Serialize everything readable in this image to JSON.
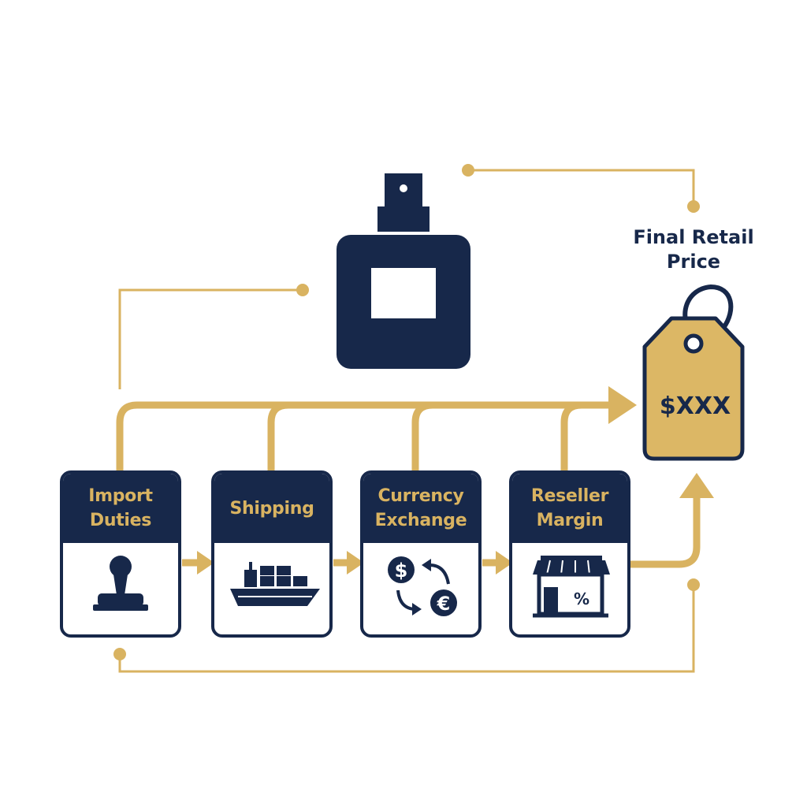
{
  "stages": [
    {
      "label": "Import\nDuties",
      "icon": "rubber-stamp-icon"
    },
    {
      "label": "Shipping",
      "icon": "cargo-ship-icon"
    },
    {
      "label": "Currency\nExchange",
      "icon": "currency-exchange-icon"
    },
    {
      "label": "Reseller\nMargin",
      "icon": "storefront-percent-icon"
    }
  ],
  "final": {
    "title": "Final Retail\nPrice",
    "price": "$XXX",
    "icon": "price-tag-icon"
  },
  "product": {
    "icon": "perfume-bottle-icon"
  },
  "colors": {
    "navy": "#17284a",
    "gold": "#d9b361",
    "tag_fill": "#dcb765",
    "background": "#ffffff"
  }
}
